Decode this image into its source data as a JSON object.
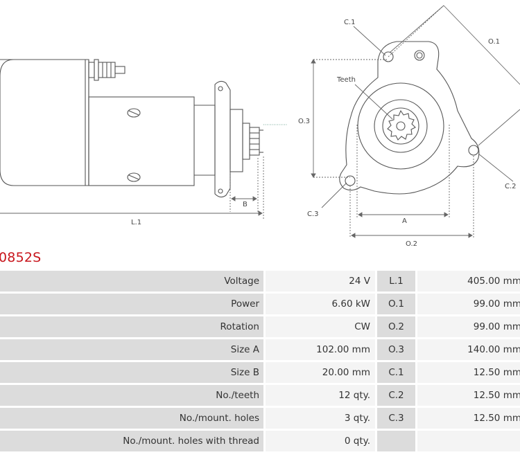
{
  "part_code": "0852S",
  "diagram": {
    "labels": {
      "l1": "L.1",
      "b": "B",
      "c1": "C.1",
      "c2": "C.2",
      "c3": "C.3",
      "o1": "O.1",
      "o2": "O.2",
      "o3": "O.3",
      "a": "A",
      "teeth": "Teeth"
    }
  },
  "specs": {
    "rows": [
      {
        "label": "Voltage",
        "value": "24 V",
        "key": "L.1",
        "measure": "405.00 mm"
      },
      {
        "label": "Power",
        "value": "6.60 kW",
        "key": "O.1",
        "measure": "99.00 mm"
      },
      {
        "label": "Rotation",
        "value": "CW",
        "key": "O.2",
        "measure": "99.00 mm"
      },
      {
        "label": "Size A",
        "value": "102.00 mm",
        "key": "O.3",
        "measure": "140.00 mm"
      },
      {
        "label": "Size B",
        "value": "20.00 mm",
        "key": "C.1",
        "measure": "12.50 mm"
      },
      {
        "label": "No./teeth",
        "value": "12 qty.",
        "key": "C.2",
        "measure": "12.50 mm"
      },
      {
        "label": "No./mount. holes",
        "value": "3 qty.",
        "key": "C.3",
        "measure": "12.50 mm"
      },
      {
        "label": "No./mount. holes with thread",
        "value": "0 qty.",
        "key": "",
        "measure": ""
      }
    ]
  }
}
